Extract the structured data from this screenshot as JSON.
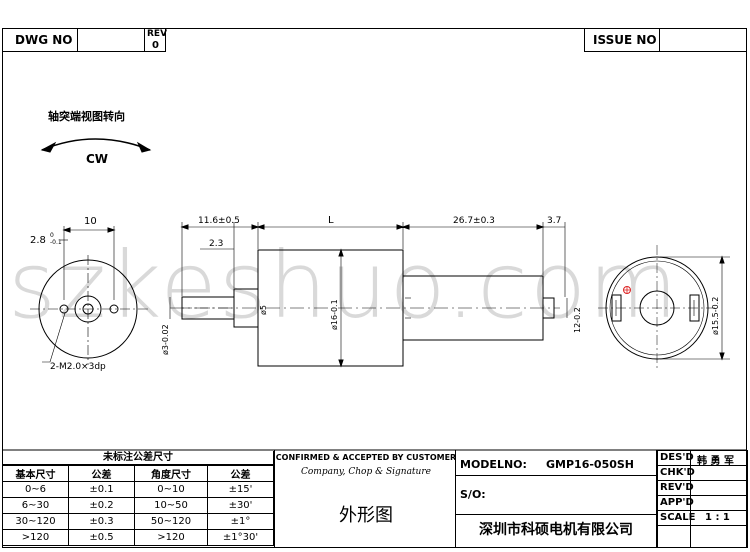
{
  "header": {
    "dwg_label": "DWG NO",
    "rev_label": "REV",
    "rev_value": "0",
    "issue_label": "ISSUE NO"
  },
  "drawing": {
    "rotation_note": "轴突端视图转向",
    "rotation_dir": "CW",
    "watermark": "szkeshuo.com",
    "dims": {
      "spacing": "10",
      "hole_dia": "2.8",
      "hole_tol": "0",
      "hole_tol_minus": "-0.1",
      "screw_callout": "2-M2.0×3dp",
      "shaft_ext": "11.6±0.5",
      "flat": "2.3",
      "body_len": "L",
      "motor_len": "26.7±0.3",
      "tab_len": "3.7",
      "shaft_dia": "ø3-0.02",
      "boss_dia": "ø5",
      "body_dia": "ø16-0.1",
      "tab_dim": "12-0.2",
      "motor_dia": "ø15.5-0.2"
    }
  },
  "tolerance": {
    "title": "未标注公差尺寸",
    "headers": [
      "基本尺寸",
      "公差",
      "角度尺寸",
      "公差"
    ],
    "rows": [
      [
        "0~6",
        "±0.1",
        "0~10",
        "±15'"
      ],
      [
        "6~30",
        "±0.2",
        "10~50",
        "±30'"
      ],
      [
        "30~120",
        "±0.3",
        "50~120",
        "±1°"
      ],
      [
        ">120",
        "±0.5",
        ">120",
        "±1°30'"
      ]
    ]
  },
  "confirm": {
    "title": "CONFIRMED & ACCEPTED BY CUSTOMER",
    "subtitle": "Company, Chop & Signature",
    "drawing_name": "外形图"
  },
  "model": {
    "label": "MODELNO:",
    "value": "GMP16-050SH",
    "so_label": "S/O:",
    "company": "深圳市科硕电机有限公司"
  },
  "approvals": {
    "des_label": "DES'D",
    "des_value": "韩 勇 军",
    "chk_label": "CHK'D",
    "rev_label": "REV'D",
    "app_label": "APP'D",
    "scale_label": "SCALE",
    "scale_value": "1 : 1"
  }
}
